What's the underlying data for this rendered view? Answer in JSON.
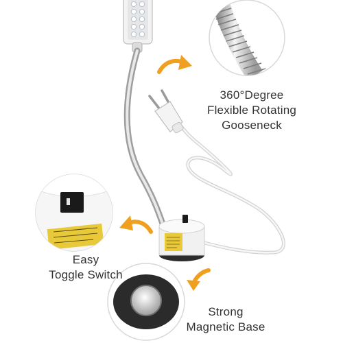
{
  "captions": {
    "gooseneck": [
      "360°Degree",
      "Flexible Rotating",
      "Gooseneck"
    ],
    "switch": [
      "Easy",
      "Toggle Switch"
    ],
    "base": [
      "Strong",
      "Magnetic Base"
    ]
  },
  "colors": {
    "arrow": "#f0a020",
    "metal": "#c4c4c4",
    "cable": "#f2f2f2",
    "label_yellow": "#e8c93a",
    "switch_black": "#1a1a1a",
    "text": "#333333"
  }
}
